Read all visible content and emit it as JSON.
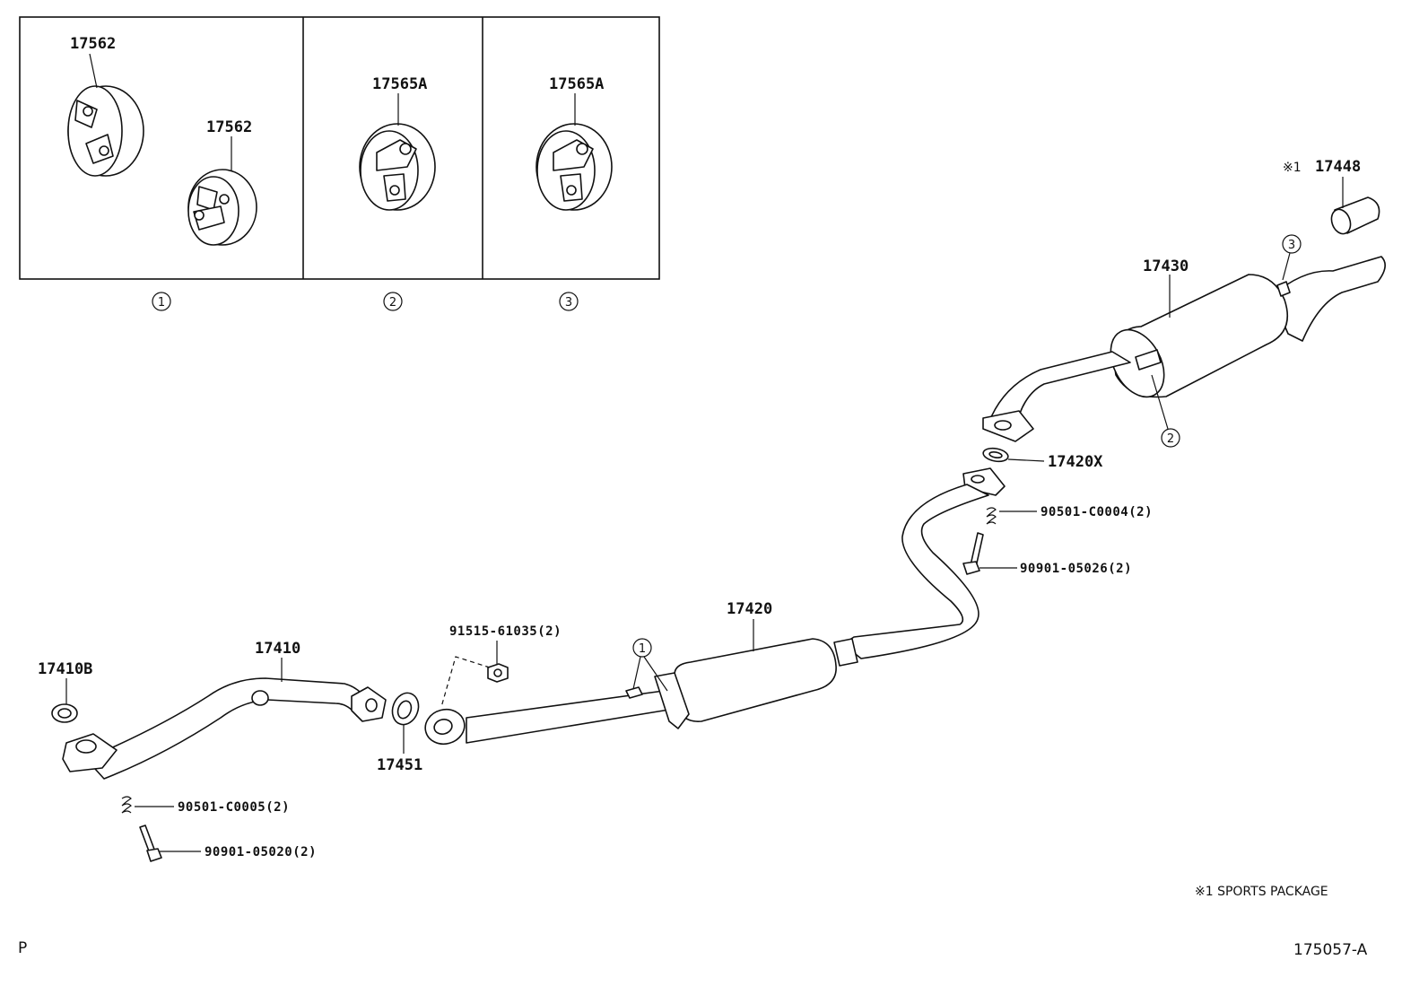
{
  "inset_parts": {
    "hanger_a_top": "17562",
    "hanger_a_bottom": "17562",
    "hanger_b": "17565A",
    "hanger_c": "17565A"
  },
  "inset_refs": [
    "1",
    "2",
    "3"
  ],
  "parts": {
    "tail_tip": "17448",
    "tail_tip_note_mark": "※1",
    "tailpipe_muffler": "17430",
    "gasket_rear": "17420X",
    "spring_rear": "90501-C0004(2)",
    "bolt_rear": "90901-05026(2)",
    "center_pipe": "17420",
    "front_pipe": "17410",
    "gasket_front": "17410B",
    "gasket_mid": "17451",
    "nut_mid": "91515-61035(2)",
    "spring_front": "90501-C0005(2)",
    "bolt_front": "90901-05020(2)"
  },
  "callout_refs": {
    "muffler_top": "3",
    "muffler_bottom": "2",
    "center_pipe": "1"
  },
  "footnote": "※1  SPORTS PACKAGE",
  "corner_left": "P",
  "figure_id": "175057-A"
}
